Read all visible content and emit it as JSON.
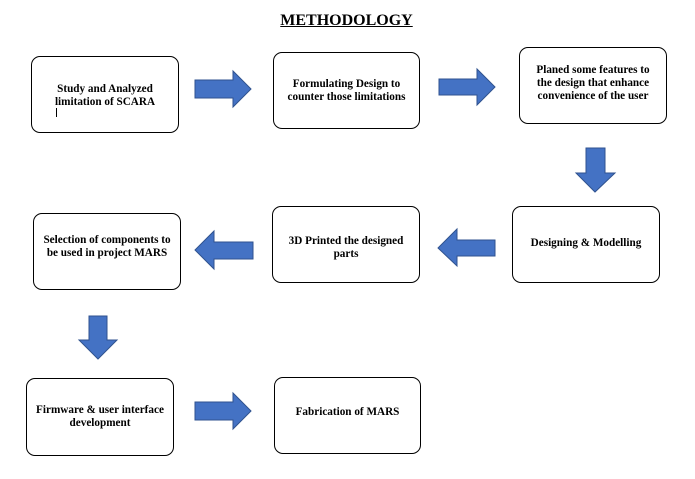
{
  "title": "METHODOLOGY",
  "colors": {
    "arrow_fill": "#4472C4",
    "arrow_stroke": "#2F528F",
    "box_border": "#000000"
  },
  "steps": [
    {
      "label": "Study and Analyzed limitation of SCARA"
    },
    {
      "label": "Formulating Design to counter those limitations"
    },
    {
      "label": "Planed some features to the design that enhance convenience of the user"
    },
    {
      "label": "Designing & Modelling"
    },
    {
      "label": "3D Printed the designed parts"
    },
    {
      "label": "Selection of components to be used in project MARS"
    },
    {
      "label": "Firmware & user interface development"
    },
    {
      "label": "Fabrication of MARS"
    }
  ]
}
